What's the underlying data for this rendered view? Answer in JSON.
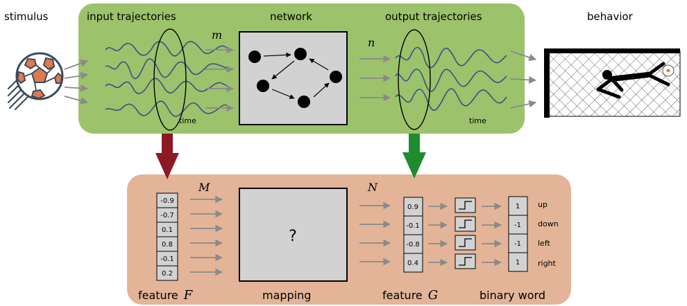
{
  "top": {
    "stimulus": "stimulus",
    "input": "input trajectories",
    "network": "network",
    "output": "output trajectories",
    "behavior": "behavior",
    "time": "time",
    "m": "m",
    "n": "n"
  },
  "bottom": {
    "feature_f": "feature F",
    "mapping": "mapping",
    "feature_g": "feature G",
    "binary_word": "binary word",
    "M": "M",
    "N": "N",
    "question": "?",
    "f_values": [
      "-0.9",
      "-0.7",
      "0.1",
      "0.8",
      "-0.1",
      "0.2"
    ],
    "g_values": [
      "0.9",
      "-0.1",
      "-0.8",
      "0.4"
    ],
    "binary": [
      "1",
      "-1",
      "-1",
      "1"
    ],
    "directions": [
      "up",
      "down",
      "left",
      "right"
    ]
  },
  "colors": {
    "green_panel": "#9cc26b",
    "orange_panel": "#e3b497",
    "red_arrow": "#8b1a25",
    "green_arrow": "#1e8c2e",
    "gray_box": "#d2d2d2",
    "trajectory": "#3a4f8a"
  },
  "icons": {
    "stimulus": "soccer-ball-icon",
    "behavior": "goalkeeper-net-icon",
    "threshold": "step-function-icon"
  }
}
